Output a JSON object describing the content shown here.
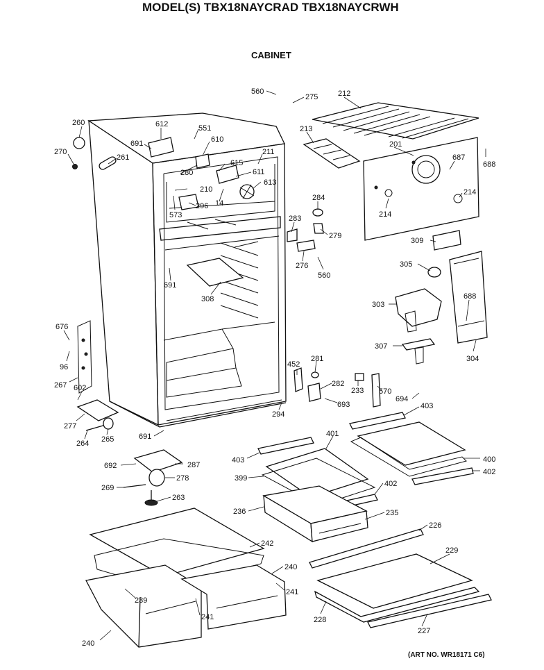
{
  "header": {
    "title": "MODEL(S) TBX18NAYCRAD  TBX18NAYCRWH",
    "subtitle": "CABINET"
  },
  "footer": {
    "art_number": "(ART NO. WR18171 C6)"
  },
  "parts": {
    "p560a": "560",
    "p275": "275",
    "p212": "212",
    "p213": "213",
    "p201": "201",
    "p688a": "688",
    "p687": "687",
    "p214a": "214",
    "p214b": "214",
    "p260": "260",
    "p270": "270",
    "p612": "612",
    "p691a": "691",
    "p551": "551",
    "p610": "610",
    "p211": "211",
    "p261": "261",
    "p280": "280",
    "p615": "615",
    "p611": "611",
    "p613": "613",
    "p210": "210",
    "p296": "296",
    "p14": "14",
    "p573": "573",
    "p284": "284",
    "p283": "283",
    "p279": "279",
    "p276": "276",
    "p560b": "560",
    "p309": "309",
    "p305": "305",
    "p303": "303",
    "p688b": "688",
    "p304": "304",
    "p307": "307",
    "p691b": "691",
    "p308": "308",
    "p676": "676",
    "p96": "96",
    "p267": "267",
    "p602": "602",
    "p452": "452",
    "p281": "281",
    "p282": "282",
    "p233": "233",
    "p570": "570",
    "p693": "693",
    "p694": "694",
    "p403a": "403",
    "p294": "294",
    "p277": "277",
    "p264": "264",
    "p265": "265",
    "p691c": "691",
    "p401": "401",
    "p403b": "403",
    "p400": "400",
    "p692": "692",
    "p287": "287",
    "p399": "399",
    "p402a": "402",
    "p402b": "402",
    "p269": "269",
    "p278": "278",
    "p263": "263",
    "p236": "236",
    "p235": "235",
    "p226": "226",
    "p242": "242",
    "p229": "229",
    "p240a": "240",
    "p241a": "241",
    "p239": "239",
    "p241b": "241",
    "p228": "228",
    "p227": "227",
    "p240b": "240"
  }
}
